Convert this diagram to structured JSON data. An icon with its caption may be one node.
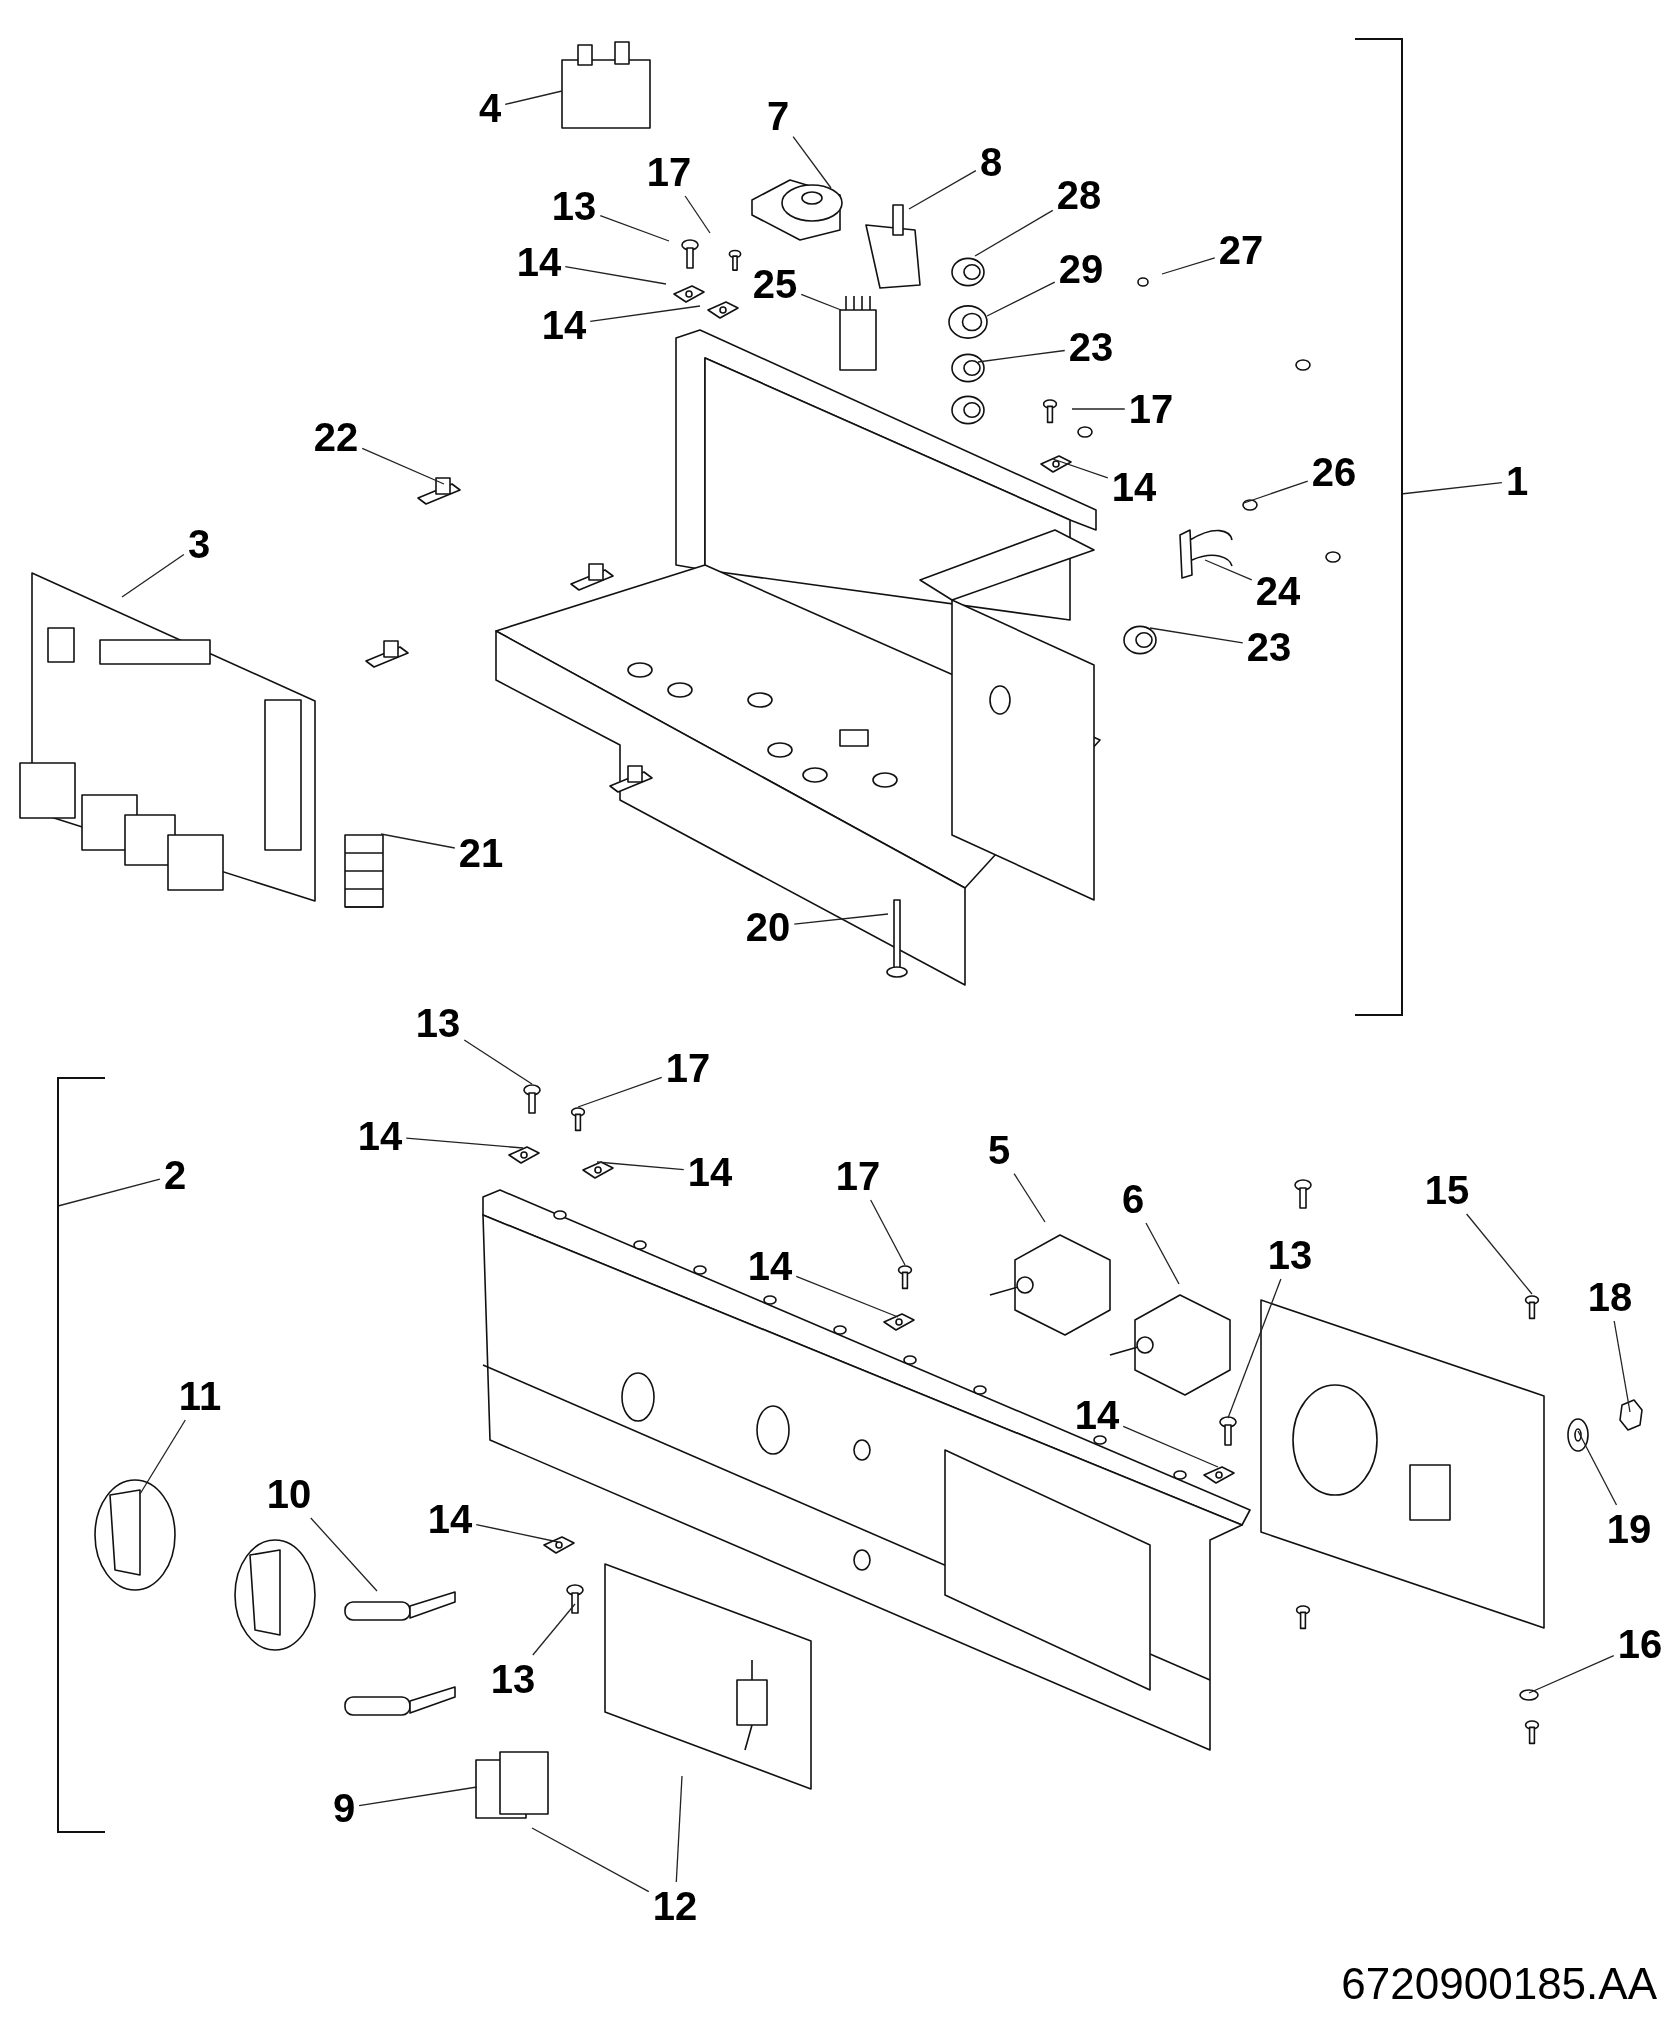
{
  "diagram": {
    "nodes": [
      {
        "text": [
          "4"
        ]
      },
      {
        "text": [
          "7"
        ]
      },
      {
        "text": [
          "8"
        ]
      },
      {
        "text": [
          "17"
        ]
      },
      {
        "text": [
          "28"
        ]
      },
      {
        "text": [
          "13"
        ]
      },
      {
        "text": [
          "27"
        ]
      },
      {
        "text": [
          "14"
        ]
      },
      {
        "text": [
          "29"
        ]
      },
      {
        "text": [
          "25"
        ]
      },
      {
        "text": [
          "14"
        ]
      },
      {
        "text": [
          "23"
        ]
      },
      {
        "text": [
          "17"
        ]
      },
      {
        "text": [
          "22"
        ]
      },
      {
        "text": [
          "1"
        ]
      },
      {
        "text": [
          "26"
        ]
      },
      {
        "text": [
          "14"
        ]
      },
      {
        "text": [
          "3"
        ]
      },
      {
        "text": [
          "24"
        ]
      },
      {
        "text": [
          "23"
        ]
      },
      {
        "text": [
          "21"
        ]
      },
      {
        "text": [
          "20"
        ]
      },
      {
        "text": [
          "13"
        ]
      },
      {
        "text": [
          "17"
        ]
      },
      {
        "text": [
          "14"
        ]
      },
      {
        "text": [
          "5"
        ]
      },
      {
        "text": [
          "14"
        ]
      },
      {
        "text": [
          "2"
        ]
      },
      {
        "text": [
          "17"
        ]
      },
      {
        "text": [
          "15"
        ]
      },
      {
        "text": [
          "6"
        ]
      },
      {
        "text": [
          "13"
        ]
      },
      {
        "text": [
          "14"
        ]
      },
      {
        "text": [
          "18"
        ]
      },
      {
        "text": [
          "11"
        ]
      },
      {
        "text": [
          "14"
        ]
      },
      {
        "text": [
          "10"
        ]
      },
      {
        "text": [
          "14"
        ]
      },
      {
        "text": [
          "19"
        ]
      },
      {
        "text": [
          "16"
        ]
      },
      {
        "text": [
          "13"
        ]
      },
      {
        "text": [
          "9"
        ]
      },
      {
        "text": [
          "12"
        ]
      },
      {
        "text": [],
        "shape": "bracket"
      },
      {
        "text": [],
        "shape": "bracket"
      }
    ],
    "edges": [
      {
        "from": 0,
        "to": null,
        "arrow": "none"
      },
      {
        "from": 1,
        "to": null,
        "arrow": "none"
      },
      {
        "from": 2,
        "to": null,
        "arrow": "none"
      },
      {
        "from": 3,
        "to": null,
        "arrow": "none"
      },
      {
        "from": 4,
        "to": null,
        "arrow": "none"
      },
      {
        "from": 5,
        "to": null,
        "arrow": "none"
      },
      {
        "from": 6,
        "to": null,
        "arrow": "none"
      },
      {
        "from": 7,
        "to": null,
        "arrow": "none"
      },
      {
        "from": 8,
        "to": null,
        "arrow": "none"
      },
      {
        "from": 9,
        "to": null,
        "arrow": "none"
      },
      {
        "from": 10,
        "to": null,
        "arrow": "none"
      },
      {
        "from": 11,
        "to": null,
        "arrow": "none"
      },
      {
        "from": 12,
        "to": null,
        "arrow": "none"
      },
      {
        "from": 13,
        "to": null,
        "arrow": "none"
      },
      {
        "from": 14,
        "to": 43,
        "arrow": "none"
      },
      {
        "from": 15,
        "to": null,
        "arrow": "none"
      },
      {
        "from": 16,
        "to": null,
        "arrow": "none"
      },
      {
        "from": 17,
        "to": null,
        "arrow": "none"
      },
      {
        "from": 18,
        "to": null,
        "arrow": "none"
      },
      {
        "from": 19,
        "to": null,
        "arrow": "none"
      },
      {
        "from": 20,
        "to": null,
        "arrow": "none"
      },
      {
        "from": 21,
        "to": null,
        "arrow": "none"
      },
      {
        "from": 22,
        "to": null,
        "arrow": "none"
      },
      {
        "from": 23,
        "to": null,
        "arrow": "none"
      },
      {
        "from": 24,
        "to": null,
        "arrow": "none"
      },
      {
        "from": 25,
        "to": null,
        "arrow": "none"
      },
      {
        "from": 26,
        "to": null,
        "arrow": "none"
      },
      {
        "from": 27,
        "to": 44,
        "arrow": "none"
      },
      {
        "from": 28,
        "to": null,
        "arrow": "none"
      },
      {
        "from": 29,
        "to": null,
        "arrow": "none"
      },
      {
        "from": 30,
        "to": null,
        "arrow": "none"
      },
      {
        "from": 31,
        "to": null,
        "arrow": "none"
      },
      {
        "from": 32,
        "to": null,
        "arrow": "none"
      },
      {
        "from": 33,
        "to": null,
        "arrow": "none"
      },
      {
        "from": 34,
        "to": null,
        "arrow": "none"
      },
      {
        "from": 35,
        "to": null,
        "arrow": "none"
      },
      {
        "from": 36,
        "to": null,
        "arrow": "none"
      },
      {
        "from": 37,
        "to": null,
        "arrow": "none"
      },
      {
        "from": 38,
        "to": null,
        "arrow": "none"
      },
      {
        "from": 39,
        "to": null,
        "arrow": "none"
      },
      {
        "from": 40,
        "to": null,
        "arrow": "none"
      },
      {
        "from": 41,
        "to": null,
        "arrow": "none"
      },
      {
        "from": 42,
        "to": null,
        "arrow": "none"
      },
      {
        "from": 42,
        "to": null,
        "arrow": "none"
      }
    ],
    "labels": [
      "6720900185.AA"
    ]
  }
}
